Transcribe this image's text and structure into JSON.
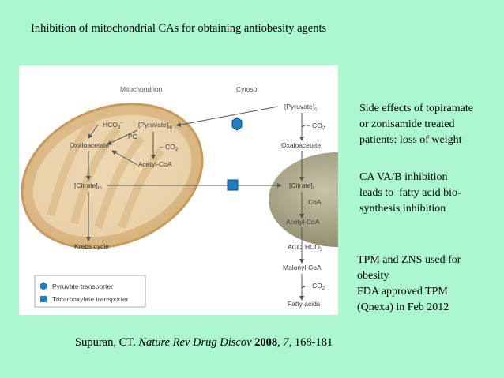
{
  "slide": {
    "title": "Inhibition of mitochondrial CAs for obtaining antiobesity agents",
    "background": "#aaf7d0"
  },
  "figure": {
    "headers": {
      "left": "Mitochondrion",
      "right": "Cytosol"
    },
    "labels": {
      "pyruvate_m": "[Pyruvate]",
      "pyruvate_m_sub": "m",
      "hco3": "HCO",
      "hco3_sub": "3",
      "hco3_sup": "–",
      "pc": "PC",
      "co2": "– CO",
      "co2_sub": "2",
      "oxaloacetate": "Oxaloacetate",
      "acetyl_coa": "Acetyl-CoA",
      "citrate_m": "[Citrate]",
      "citrate_m_sub": "m",
      "krebs": "Krebs cycle",
      "pyruvate_c": "[Pyruvate]",
      "pyruvate_c_sub": "c",
      "co2_c": "– CO",
      "co2_c_sub": "2",
      "oxaloacetate_c": "Oxaloacetate",
      "citrate_c": "[Citrate]",
      "citrate_c_sub": "c",
      "coa": "CoA",
      "acetyl_coa_c": "Acetyl-CoA",
      "acc": "ACC",
      "hco3_c": "HCO",
      "hco3_c_sub": "3",
      "hco3_c_sup": "–",
      "malonyl": "Malonyl-CoA",
      "co2_c2": "– CO",
      "co2_c2_sub": "2",
      "fatty_acids": "Fatty acids"
    },
    "legend": [
      {
        "label": "Pyruvate transporter",
        "icon": "hexagon-icon",
        "color": "#1b7fc4"
      },
      {
        "label": "Tricarboxylate transporter",
        "icon": "square-icon",
        "color": "#1b7fc4"
      }
    ]
  },
  "notes": {
    "note1": [
      "Side effects of topiramate",
      "or zonisamide treated",
      "patients: loss of weight"
    ],
    "note2": [
      "CA VA/B inhibition",
      "leads to  fatty acid bio-",
      "synthesis inhibition"
    ],
    "note3": [
      "TPM and ZNS used for",
      "obesity",
      "FDA approved TPM",
      "(Qnexa) in Feb 2012"
    ]
  },
  "citation": {
    "author": "Supuran, CT. ",
    "journal": "Nature Rev Drug Discov",
    "year": "2008",
    "volume": "7",
    "pages": ", 168-181",
    "sep": ", "
  }
}
